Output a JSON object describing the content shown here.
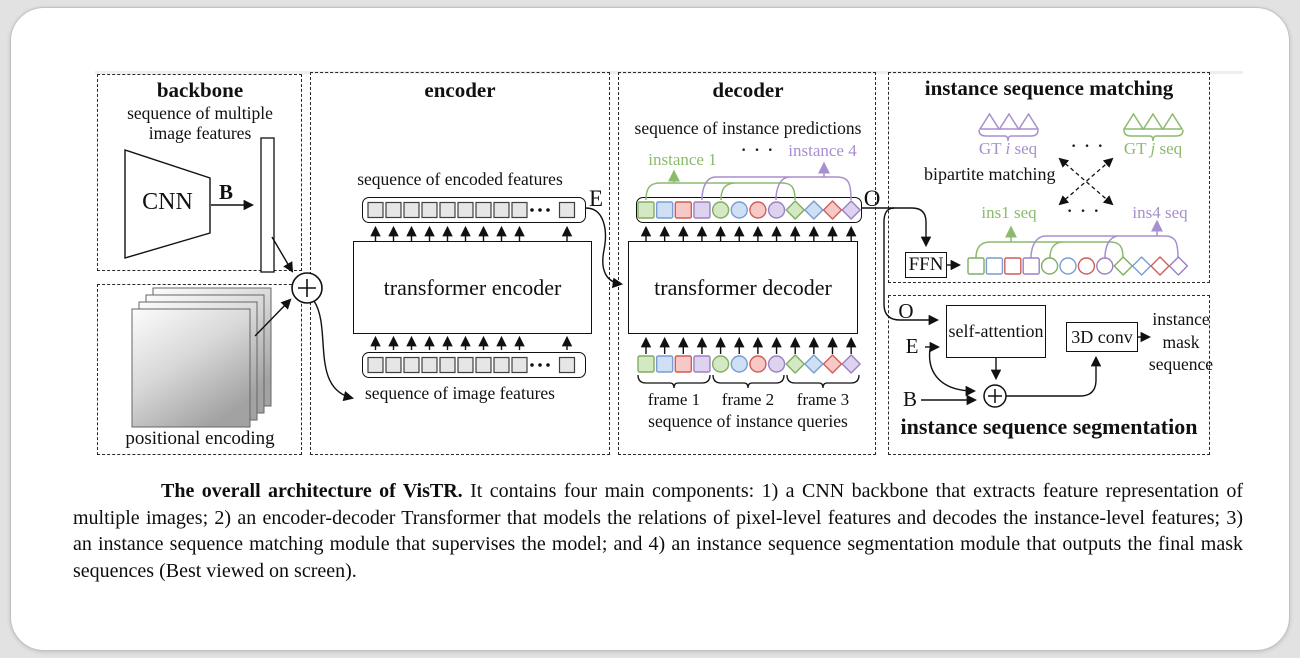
{
  "palette": {
    "green": {
      "fill": "#d5e8c4",
      "border": "#7fae60",
      "text": "#8cba6d"
    },
    "blue": {
      "fill": "#cfe0f5",
      "border": "#7a9cd4",
      "text": "#7a9cd4"
    },
    "red": {
      "fill": "#f7c9c6",
      "border": "#d05c57",
      "text": "#d05c57"
    },
    "purple": {
      "fill": "#ded3ee",
      "border": "#9b80c4",
      "text": "#a88fce"
    },
    "gray_fill": "#e6e6e6",
    "gray_border": "#3f3f3f",
    "ink": "#111111"
  },
  "sequences": {
    "shape_types": [
      "square",
      "circle",
      "diamond"
    ],
    "instance_colors": [
      "green",
      "blue",
      "red",
      "purple"
    ],
    "dots": "· · ·"
  },
  "panels": {
    "backbone": {
      "title": "backbone",
      "subtitle": "sequence of multiple image features",
      "cnn": "CNN",
      "b": "B",
      "positional": "positional encoding"
    },
    "encoder": {
      "title": "encoder",
      "encoded_label": "sequence of encoded features",
      "e": "E",
      "box": "transformer encoder",
      "image_label": "sequence of image features"
    },
    "decoder": {
      "title": "decoder",
      "pred_label": "sequence of instance predictions",
      "instance1": "instance 1",
      "instance4": "instance 4",
      "o": "O",
      "box": "transformer decoder",
      "frames": [
        "frame 1",
        "frame 2",
        "frame 3"
      ],
      "queries_label": "sequence of instance queries"
    },
    "matching": {
      "title": "instance sequence matching",
      "gt_i": {
        "prefix": "GT ",
        "var": "i",
        "suffix": " seq"
      },
      "gt_j": {
        "prefix": "GT ",
        "var": "j",
        "suffix": " seq"
      },
      "bipartite": "bipartite matching",
      "ins1": "ins1 seq",
      "ins4": "ins4 seq",
      "ffn": "FFN"
    },
    "segmentation": {
      "title": "instance sequence segmentation",
      "o": "O",
      "e": "E",
      "b": "B",
      "self_attention": "self-attention",
      "conv": "3D conv",
      "output": "instance mask sequence"
    }
  },
  "caption": {
    "bold": "The overall architecture of VisTR.",
    "rest": " It contains four main components: 1) a CNN backbone that extracts feature representation of multiple images; 2) an encoder-decoder Transformer that models the relations of pixel-level features and decodes the instance-level features; 3) an instance sequence matching module that supervises the model; and 4) an instance sequence segmentation module that outputs the final mask sequences (Best viewed on screen)."
  }
}
